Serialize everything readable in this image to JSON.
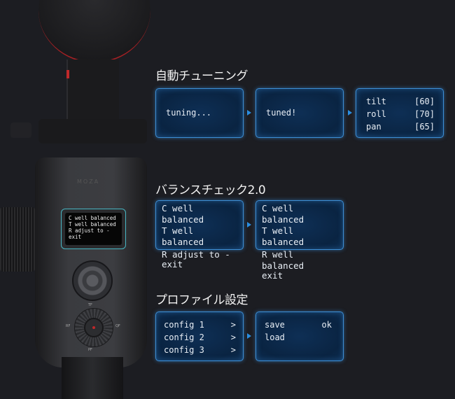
{
  "sections": [
    {
      "title": "自動チューニング",
      "screens": [
        {
          "text": "tuning..."
        },
        {
          "text": "tuned!"
        },
        {
          "rows": [
            {
              "label": "tilt",
              "value": "[60]"
            },
            {
              "label": "roll",
              "value": "[70]"
            },
            {
              "label": "pan",
              "value": "[65]"
            }
          ]
        }
      ]
    },
    {
      "title": "バランスチェック2.0",
      "screens": [
        {
          "lines": [
            "C well balanced",
            "T well balanced",
            "R adjust to -",
            "exit"
          ]
        },
        {
          "lines": [
            "C well balanced",
            "T well balanced",
            "R well balanced",
            "exit"
          ]
        }
      ]
    },
    {
      "title": "プロファイル設定",
      "screens": [
        {
          "rows": [
            {
              "label": "config 1",
              "value": ">"
            },
            {
              "label": "config 2",
              "value": ">"
            },
            {
              "label": "config 3",
              "value": ">"
            }
          ]
        },
        {
          "rows": [
            {
              "label": "save",
              "value": "ok"
            },
            {
              "label": "load",
              "value": ""
            }
          ]
        }
      ]
    }
  ],
  "device": {
    "screen_lines": [
      "C well balanced",
      "T well balanced",
      "R adjust to -",
      "exit"
    ],
    "brand": "MOZA",
    "dial_labels": {
      "top": "TF",
      "left": "RF",
      "right": "QF",
      "bottom": "PF"
    }
  },
  "colors": {
    "background": "#1c1d22",
    "panel_border": "#3d8fd6",
    "panel_fill": "#0a2442",
    "arrow": "#2a8de0",
    "accent_red": "#c0282a"
  }
}
